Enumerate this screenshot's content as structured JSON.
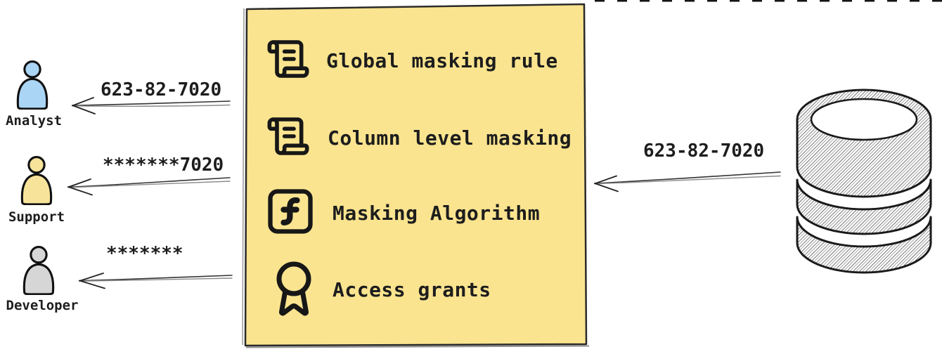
{
  "personas": [
    {
      "icon": "person-icon",
      "name": "Analyst",
      "fill": "#abd5f5",
      "masked_value": "623-82-7020"
    },
    {
      "icon": "person-icon",
      "name": "Support",
      "fill": "#f7e49a",
      "masked_value": "*******7020"
    },
    {
      "icon": "person-icon",
      "name": "Developer",
      "fill": "#d6d6d6",
      "masked_value": "*******"
    }
  ],
  "panel": {
    "fill": "#fae48f",
    "border_color": "#2a2a2a",
    "items": [
      {
        "icon": "scroll-text-icon",
        "label": "Global masking rule"
      },
      {
        "icon": "scroll-text-icon",
        "label": "Column level masking"
      },
      {
        "icon": "function-square-icon",
        "label": "Masking Algorithm"
      },
      {
        "icon": "award-icon",
        "label": "Access grants"
      }
    ]
  },
  "database": {
    "icon": "database-icon",
    "value": "623-82-7020"
  },
  "colors": {
    "ink": "#1d1d1d",
    "arrow_primary": "#333333",
    "arrow_secondary": "#8a8a8a"
  }
}
